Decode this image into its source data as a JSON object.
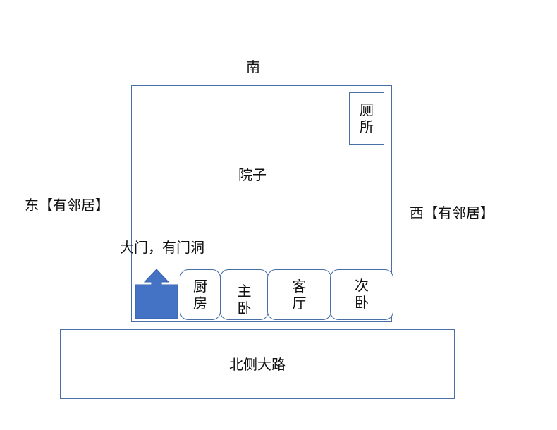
{
  "directions": {
    "south": "南",
    "east": "东【有邻居】",
    "west": "西【有邻居】"
  },
  "courtyard": {
    "label": "院子",
    "toilet": "厕所",
    "gate_note": "大门，有门洞"
  },
  "rooms": {
    "kitchen": "厨房",
    "master_bedroom": "主卧",
    "living_room": "客厅",
    "second_bedroom": "次卧"
  },
  "road": {
    "label": "北侧大路"
  },
  "colors": {
    "border": "#4a6fa5",
    "arrow": "#4472c4"
  },
  "icons": {
    "gate": "up-arrow-icon"
  }
}
